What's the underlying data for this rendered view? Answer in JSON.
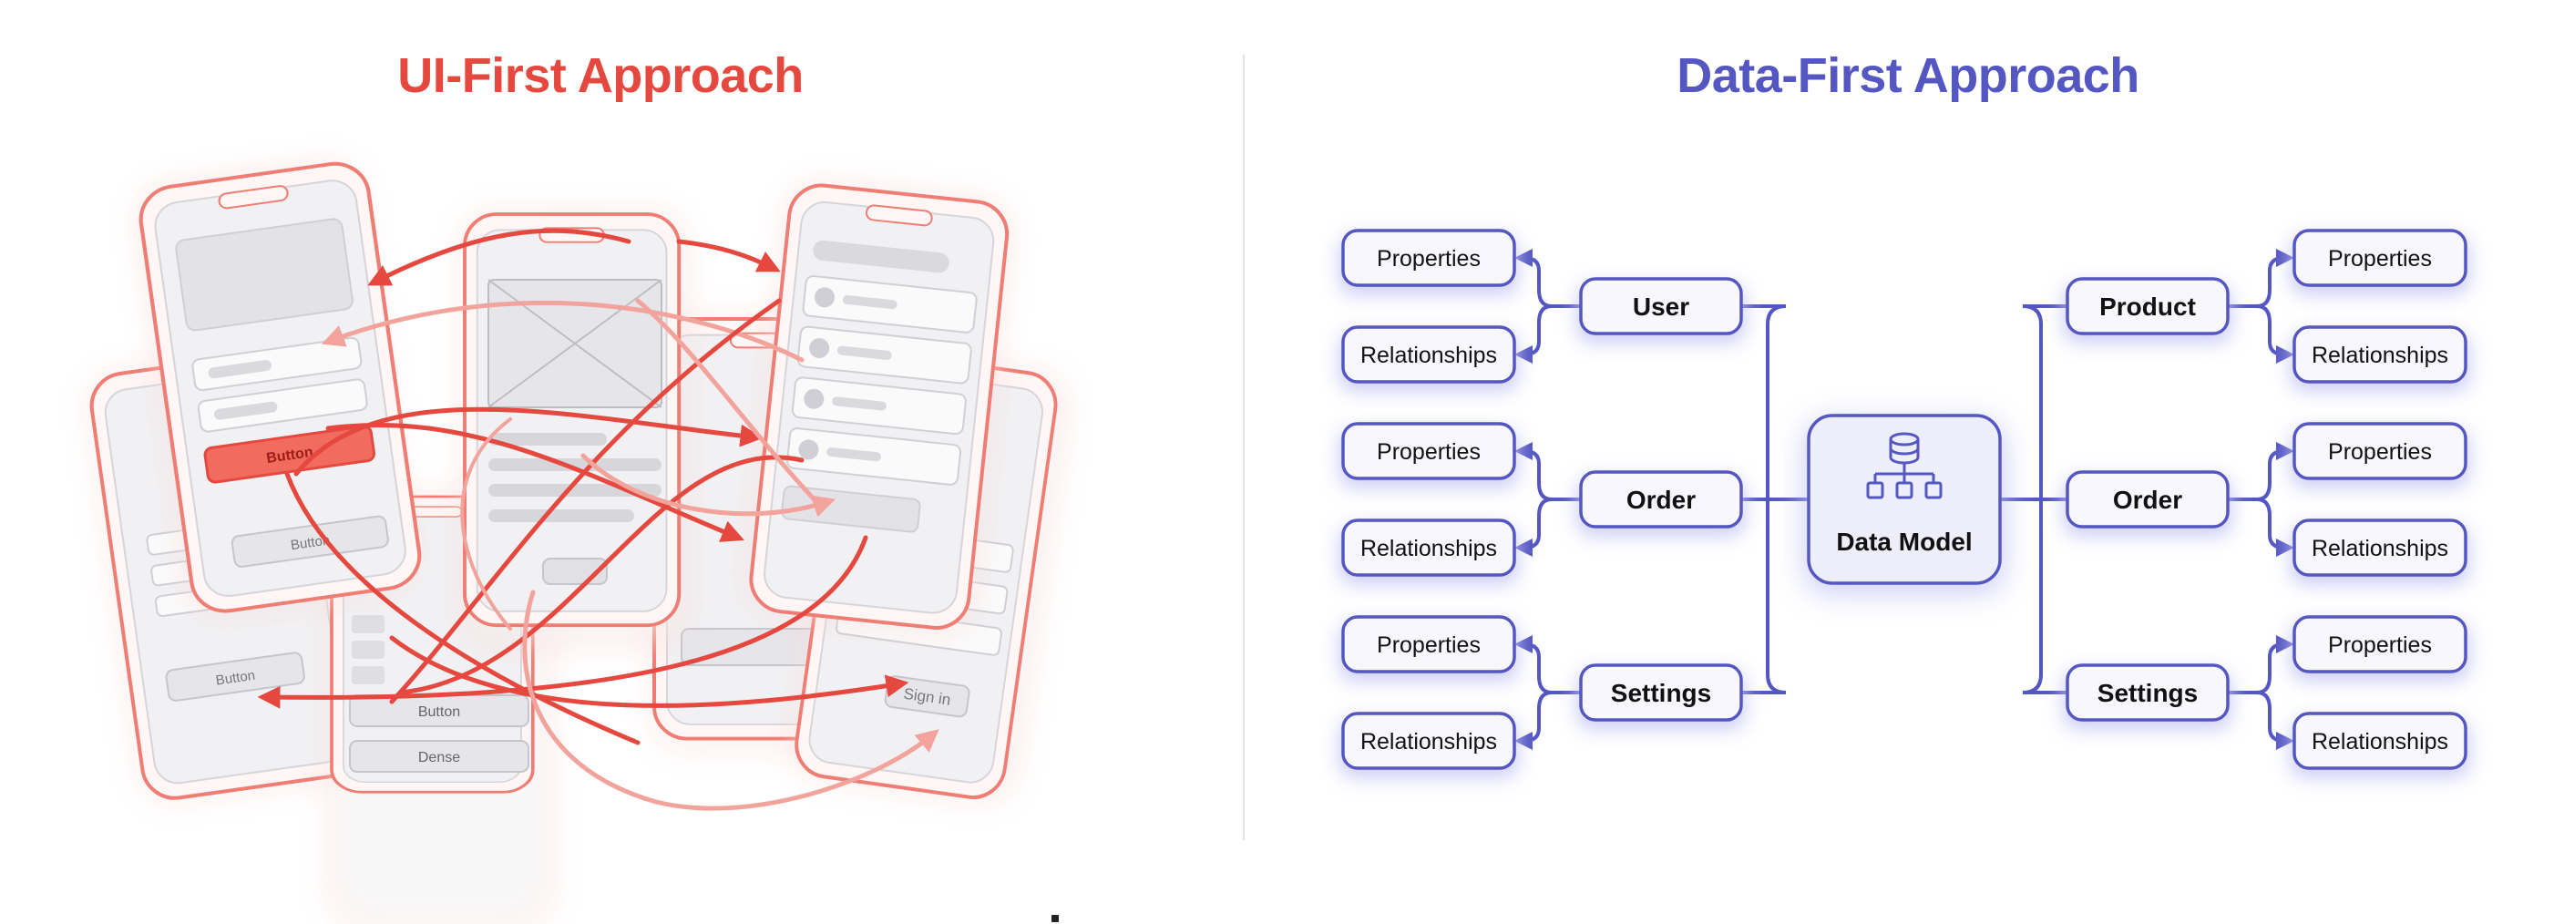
{
  "ui_first": {
    "title": "UI-First Approach",
    "labels": {
      "primary_button": "Button",
      "button_a": "Button",
      "button_b": "Button",
      "button_c": "Button",
      "button_d": "Dense",
      "sign_in": "Sign in"
    },
    "colors": {
      "accent": "#e5483e",
      "glow": "#fbb9b2",
      "screen": "#f0f0f2",
      "wire": "#d7d7dc"
    }
  },
  "data_first": {
    "title": "Data-First Approach",
    "center": {
      "label": "Data Model",
      "icon": "database-hierarchy-icon"
    },
    "left_entities": [
      {
        "label": "User",
        "children": [
          "Properties",
          "Relationships"
        ]
      },
      {
        "label": "Order",
        "children": [
          "Properties",
          "Relationships"
        ]
      },
      {
        "label": "Settings",
        "children": [
          "Properties",
          "Relationships"
        ]
      }
    ],
    "right_entities": [
      {
        "label": "Product",
        "children": [
          "Properties",
          "Relationships"
        ]
      },
      {
        "label": "Order",
        "children": [
          "Properties",
          "Relationships"
        ]
      },
      {
        "label": "Settings",
        "children": [
          "Properties",
          "Relationships"
        ]
      }
    ],
    "colors": {
      "accent": "#5457c2",
      "glow": "#c6c7f3",
      "node_fill": "#f7f7fd",
      "center_fill": "#eeeefb"
    }
  }
}
